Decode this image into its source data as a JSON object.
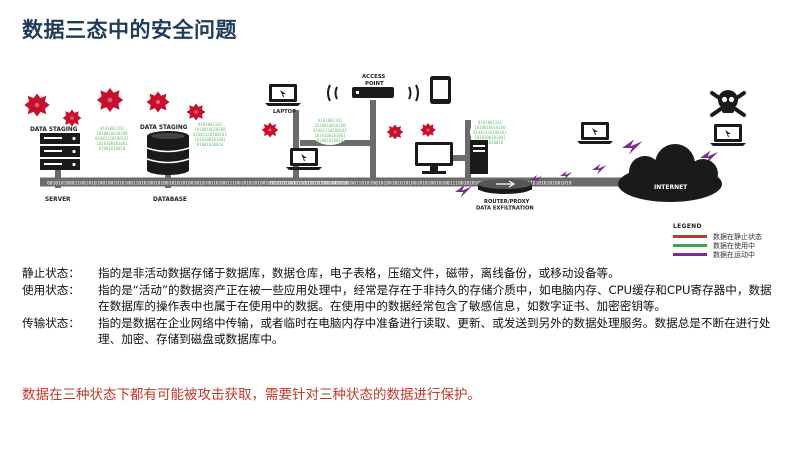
{
  "title": "数据三态中的安全问题",
  "diagram": {
    "labels": {
      "data_staging_1": "DATA STAGING",
      "data_staging_2": "DATA STAGING",
      "server": "SERVER",
      "database": "DATABASE",
      "access_point_line1": "ACCESS",
      "access_point_line2": "POINT",
      "laptop": "LAPTOP",
      "router_line1": "ROUTER/PROXY",
      "router_line2": "DATA EXFILTRATION",
      "internet": "INTERNET",
      "binary": "0010101000110010101001001010100110101001010010101010010101001010011100101010100101101010011101101010101001010"
    },
    "colors": {
      "network_line": "#6b6b6b",
      "malware": "#c8102e",
      "binary_cloud": "#8fcf9a",
      "attack": "#7b2d8e",
      "device": "#1a1a1a"
    }
  },
  "legend": {
    "title": "LEGEND",
    "items": [
      {
        "label": "数据在静止状态",
        "color": "#c0392b"
      },
      {
        "label": "数据在使用中",
        "color": "#3fa34d"
      },
      {
        "label": "数据在运动中",
        "color": "#7b2d8e"
      }
    ]
  },
  "states": [
    {
      "label": "静止状态：",
      "desc": "指的是非活动数据存储于数据库，数据仓库，电子表格，压缩文件，磁带，离线备份，或移动设备等。"
    },
    {
      "label": "使用状态：",
      "desc": "指的是“活动”的数据资产正在被一些应用处理中，经常是存在于非持久的存储介质中，如电脑内存、CPU缓存和CPU寄存器中，数据在数据库的操作表中也属于在使用中的数据。在使用中的数据经常包含了敏感信息，如数字证书、加密密钥等。"
    },
    {
      "label": "传输状态：",
      "desc": "指的是数据在企业网络中传输，或者临时在电脑内存中准备进行读取、更新、或发送到另外的数据处理服务。数据总是不断在进行处理、加密、存储到磁盘或数据库中。"
    }
  ],
  "warning": "数据在三种状态下都有可能被攻击获取，需要针对三种状态的数据进行保护。"
}
